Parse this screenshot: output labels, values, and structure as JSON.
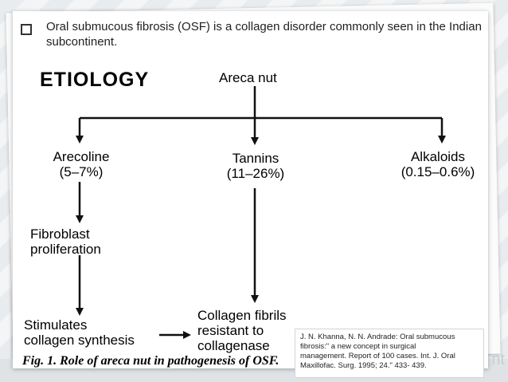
{
  "slide": {
    "bullet": "Oral submucous fibrosis (OSF) is a collagen disorder commonly seen in the Indian subcontinent.",
    "heading": "ETIOLOGY",
    "corner_text": "nt"
  },
  "diagram": {
    "root": "Areca nut",
    "arecoline": "Arecoline",
    "arecoline_pct": "(5–7%)",
    "tannins": "Tannins",
    "tannins_pct": "(11–26%)",
    "alkaloids": "Alkaloids",
    "alkaloids_pct": "(0.15–0.6%)",
    "fibroblast_1": "Fibroblast",
    "fibroblast_2": "proliferation",
    "stimulates_1": "Stimulates",
    "stimulates_2": "collagen synthesis",
    "collagen_1": "Collagen fibrils",
    "collagen_2": "resistant to",
    "collagen_3": "collagenase",
    "caption": "Fig. 1. Role of areca nut in pathogenesis of OSF."
  },
  "reference": {
    "line1": "J. N. Khanna, N. N. Andrade: Oral submucous",
    "line2": "fibrosis:\" a new concept in surgical",
    "line3": "management. Report of 100 cases. Int. J. Oral",
    "line4": "Maxillofac. Surg. 1995; 24.\" 433- 439."
  }
}
